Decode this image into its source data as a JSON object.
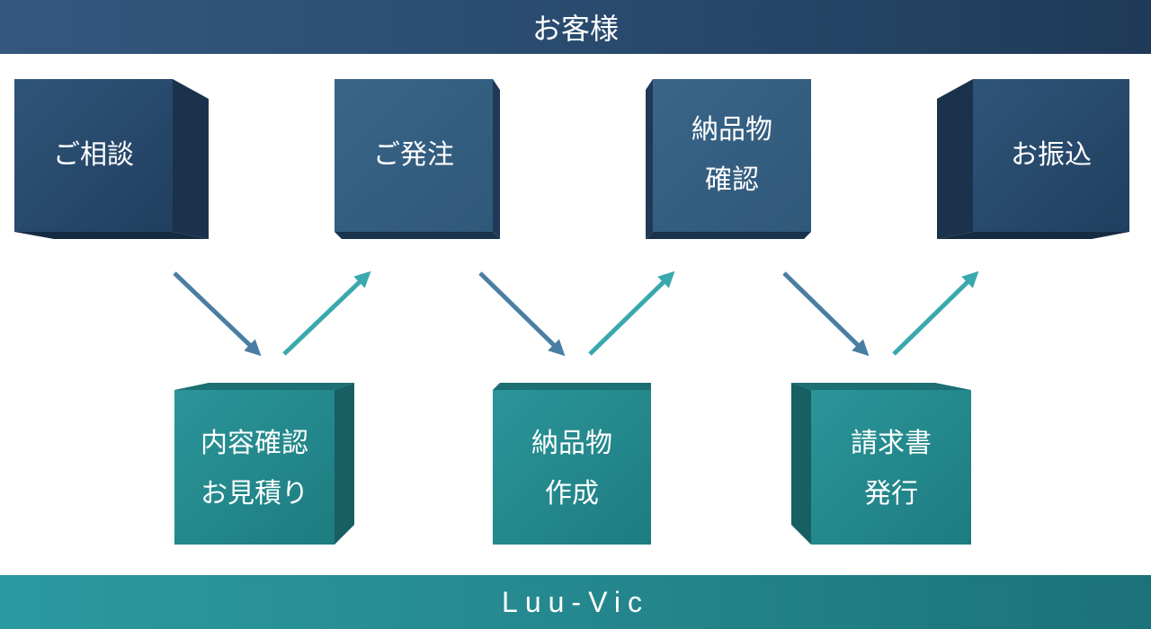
{
  "header": {
    "title": "お客様"
  },
  "footer": {
    "title": "Luu-Vic"
  },
  "customer_steps": [
    {
      "lines": [
        "ご相談"
      ]
    },
    {
      "lines": [
        "ご発注"
      ]
    },
    {
      "lines": [
        "納品物",
        "確認"
      ]
    },
    {
      "lines": [
        "お振込"
      ]
    }
  ],
  "company_steps": [
    {
      "lines": [
        "内容確認",
        "お見積り"
      ]
    },
    {
      "lines": [
        "納品物",
        "作成"
      ]
    },
    {
      "lines": [
        "請求書",
        "発行"
      ]
    }
  ],
  "colors": {
    "customer_box": "#2a4d72",
    "company_box": "#23898e",
    "arrow_down": "#4a7ea2",
    "arrow_up": "#3aa9ad"
  }
}
